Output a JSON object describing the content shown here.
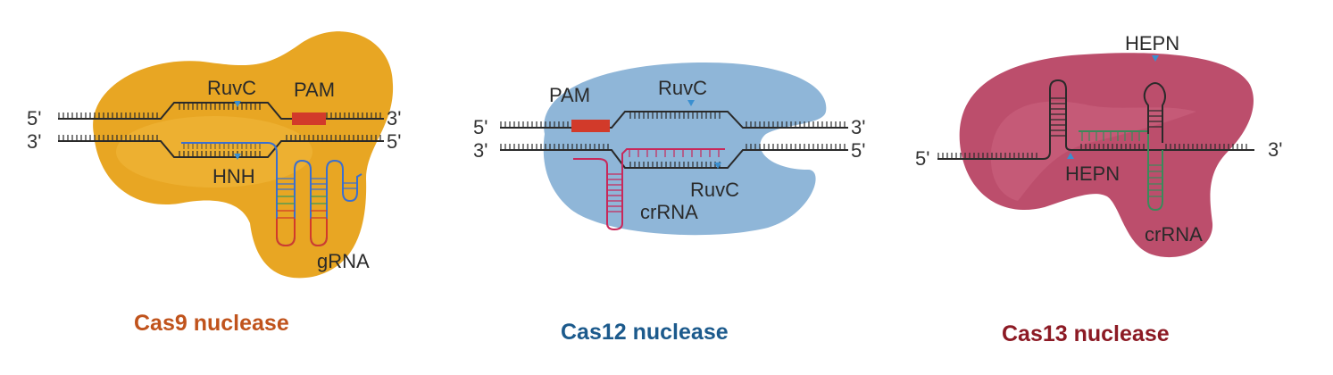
{
  "panels": [
    {
      "id": "cas9",
      "title": "Cas9 nuclease",
      "title_color": "#c0531c",
      "protein_color": "#e8a623",
      "labels": {
        "ruvc": "RuvC",
        "pam": "PAM",
        "hnh": "HNH",
        "rna": "gRNA"
      },
      "ends": {
        "top_left": "5'",
        "top_right": "3'",
        "bottom_left": "3'",
        "bottom_right": "5'"
      }
    },
    {
      "id": "cas12",
      "title": "Cas12 nuclease",
      "title_color": "#1c5a8c",
      "protein_color": "#8fb6d8",
      "labels": {
        "pam": "PAM",
        "ruvc_top": "RuvC",
        "ruvc_bottom": "RuvC",
        "rna": "crRNA"
      },
      "ends": {
        "top_left": "5'",
        "top_right": "3'",
        "bottom_left": "3'",
        "bottom_right": "5'"
      }
    },
    {
      "id": "cas13",
      "title": "Cas13 nuclease",
      "title_color": "#8c1a24",
      "protein_color": "#bc4e6c",
      "labels": {
        "hepn_top": "HEPN",
        "hepn_bottom": "HEPN",
        "rna": "crRNA"
      },
      "ends": {
        "left": "5'",
        "right": "3'"
      }
    }
  ],
  "colors": {
    "pam": "#d23a2a",
    "cleavage_marker": "#3a8fd0",
    "dna": "#2a2a2a",
    "grna_blue": "#3a6fd0",
    "grna_red": "#d23a2a",
    "grna_green": "#3a9a5a",
    "crrna_pink": "#c8285a",
    "crrna_green": "#3a8a5a"
  }
}
